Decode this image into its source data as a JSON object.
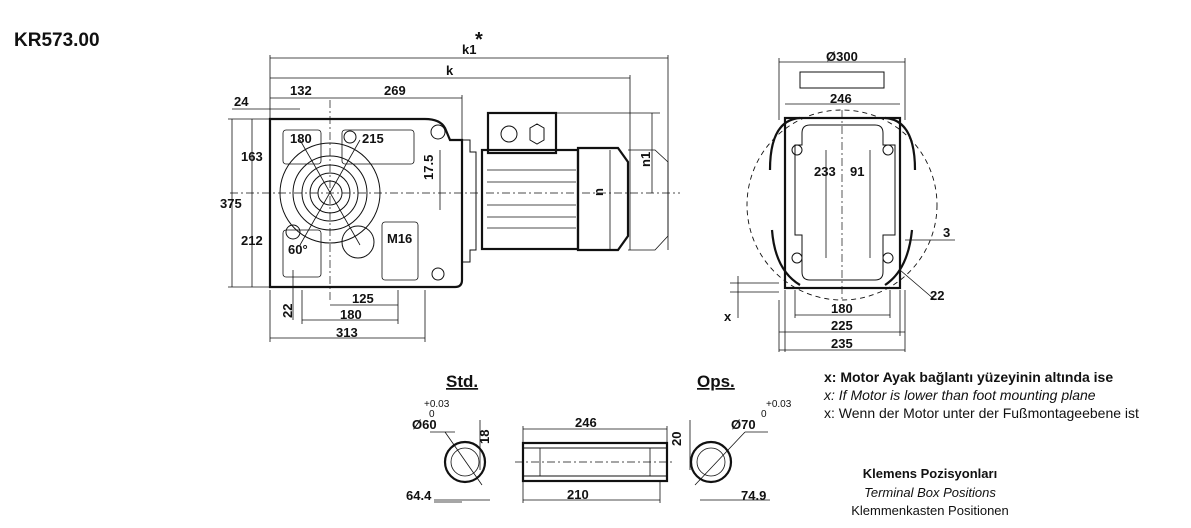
{
  "title": "KR573.00",
  "front_view": {
    "k1": "k1",
    "asterisk": "*",
    "k": "k",
    "d24": "24",
    "d132": "132",
    "d269": "269",
    "d180_top": "180",
    "d215": "215",
    "d163": "163",
    "d375": "375",
    "d212": "212",
    "d17_5": "17.5",
    "n": "n",
    "n1": "n1",
    "m16": "M16",
    "angle60": "60°",
    "d22": "22",
    "d125": "125",
    "d180_bottom": "180",
    "d313": "313"
  },
  "side_view": {
    "d300": "Ø300",
    "d246": "246",
    "d233": "233",
    "d91": "91",
    "d3": "3",
    "d22": "22",
    "x": "x",
    "d180": "180",
    "d225": "225",
    "d235": "235"
  },
  "shaft": {
    "std_label": "Std.",
    "ops_label": "Ops.",
    "std_tol_upper": "+0.03",
    "std_tol_lower": "0",
    "std_dia": "Ø60",
    "std_key": "18",
    "std_depth": "64.4",
    "length_total": "246",
    "length_inner": "210",
    "ops_tol_upper": "+0.03",
    "ops_tol_lower": "0",
    "ops_dia": "Ø70",
    "ops_key": "20",
    "ops_depth": "74.9"
  },
  "notes": {
    "x_tr": "x: Motor Ayak bağlantı yüzeyinin altında ise",
    "x_en": "x: If Motor is lower than foot mounting plane",
    "x_de": "x: Wenn der Motor unter der Fußmontageebene ist"
  },
  "terminal": {
    "tr": "Klemens Pozisyonları",
    "en": "Terminal Box Positions",
    "de": "Klemmenkasten Positionen"
  }
}
